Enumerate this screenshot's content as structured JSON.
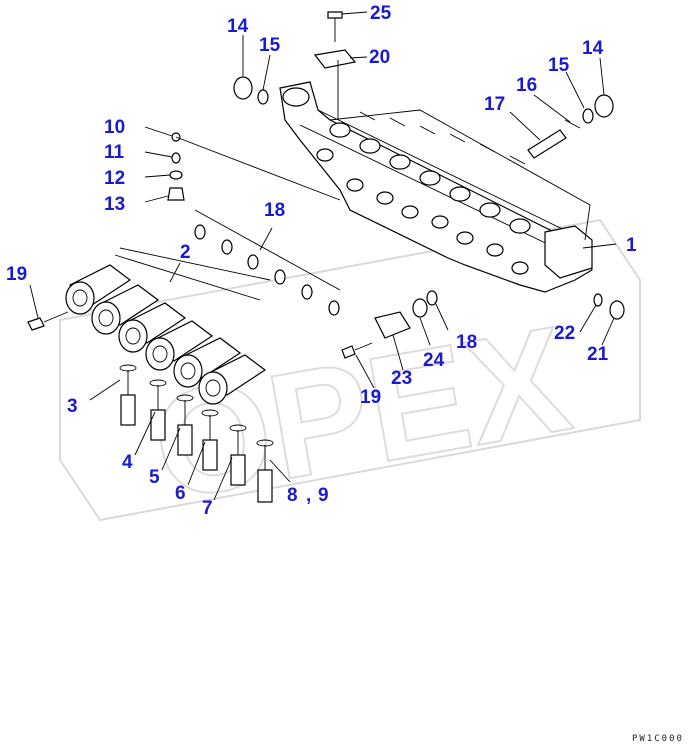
{
  "diagram": {
    "drawing_code": "PW1C000",
    "watermark": "OPEX",
    "callouts": [
      {
        "id": "c25",
        "label": "25"
      },
      {
        "id": "c20",
        "label": "20"
      },
      {
        "id": "c14a",
        "label": "14"
      },
      {
        "id": "c15a",
        "label": "15"
      },
      {
        "id": "c14b",
        "label": "14"
      },
      {
        "id": "c15b",
        "label": "15"
      },
      {
        "id": "c16",
        "label": "16"
      },
      {
        "id": "c17",
        "label": "17"
      },
      {
        "id": "c10",
        "label": "10"
      },
      {
        "id": "c11",
        "label": "11"
      },
      {
        "id": "c12",
        "label": "12"
      },
      {
        "id": "c13",
        "label": "13"
      },
      {
        "id": "c18a",
        "label": "18"
      },
      {
        "id": "c2",
        "label": "2"
      },
      {
        "id": "c1",
        "label": "1"
      },
      {
        "id": "c19a",
        "label": "19"
      },
      {
        "id": "c22",
        "label": "22"
      },
      {
        "id": "c21",
        "label": "21"
      },
      {
        "id": "c18b",
        "label": "18"
      },
      {
        "id": "c24",
        "label": "24"
      },
      {
        "id": "c23",
        "label": "23"
      },
      {
        "id": "c19b",
        "label": "19"
      },
      {
        "id": "c3",
        "label": "3"
      },
      {
        "id": "c4",
        "label": "4"
      },
      {
        "id": "c5",
        "label": "5"
      },
      {
        "id": "c6",
        "label": "6"
      },
      {
        "id": "c7",
        "label": "7"
      },
      {
        "id": "c8",
        "label": "8"
      },
      {
        "id": "c8sep",
        "label": ","
      },
      {
        "id": "c9",
        "label": "9"
      }
    ]
  }
}
